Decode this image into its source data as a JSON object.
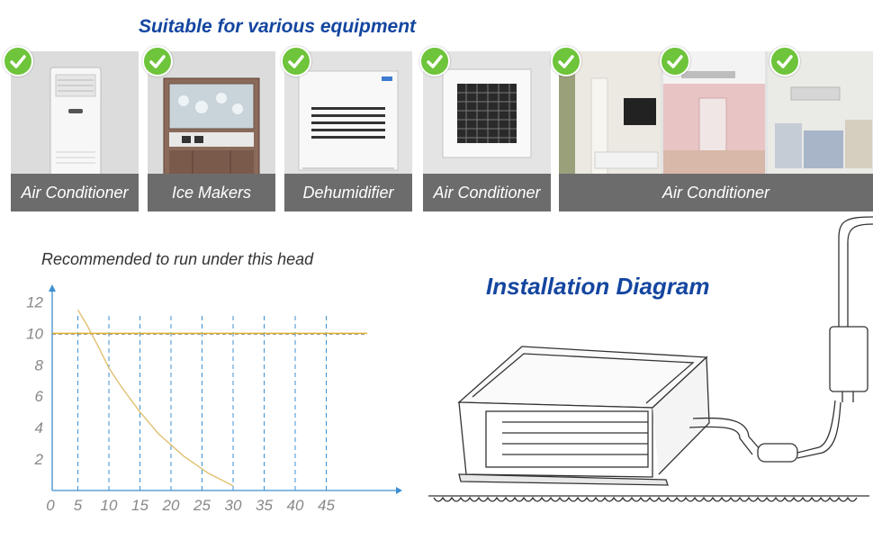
{
  "header": {
    "title": "Suitable for various equipment"
  },
  "panels": [
    {
      "caption": "Air Conditioner",
      "check_icon": "green-check-icon"
    },
    {
      "caption": "Ice Makers",
      "check_icon": "green-check-icon"
    },
    {
      "caption": "Dehumidifier",
      "check_icon": "green-check-icon"
    },
    {
      "caption": "Air Conditioner",
      "check_icon": "green-check-icon"
    },
    {
      "caption": "Air Conditioner",
      "check_icon": "green-check-icon"
    }
  ],
  "chart": {
    "title": "Recommended to run under this head"
  },
  "chart_data": {
    "type": "line",
    "title": "",
    "xlabel": "",
    "ylabel": "",
    "x_ticks": [
      "0",
      "5",
      "10",
      "15",
      "20",
      "25",
      "30",
      "35",
      "40",
      "45"
    ],
    "y_ticks": [
      "2",
      "4",
      "6",
      "8",
      "10",
      "12"
    ],
    "xlim": [
      0,
      55
    ],
    "ylim": [
      0,
      13
    ],
    "reference_line": 10,
    "series": [
      {
        "x": [
          5,
          6.5,
          8.5,
          10,
          12,
          15,
          18,
          22,
          26,
          30
        ],
        "y": [
          11.5,
          10.5,
          9,
          7.8,
          6.6,
          5,
          3.6,
          2.2,
          1.1,
          0.3
        ]
      }
    ],
    "colors": {
      "curve": "#e0c070",
      "reference": "#e0b030",
      "grid": "#3d8fd0",
      "axis": "#3d8fd0"
    },
    "grid": true
  },
  "diagram": {
    "title": "Installation Diagram"
  },
  "colors": {
    "accent": "#1446a0",
    "check": "#6ec43a",
    "caption_bg": "#6c6c6c"
  }
}
